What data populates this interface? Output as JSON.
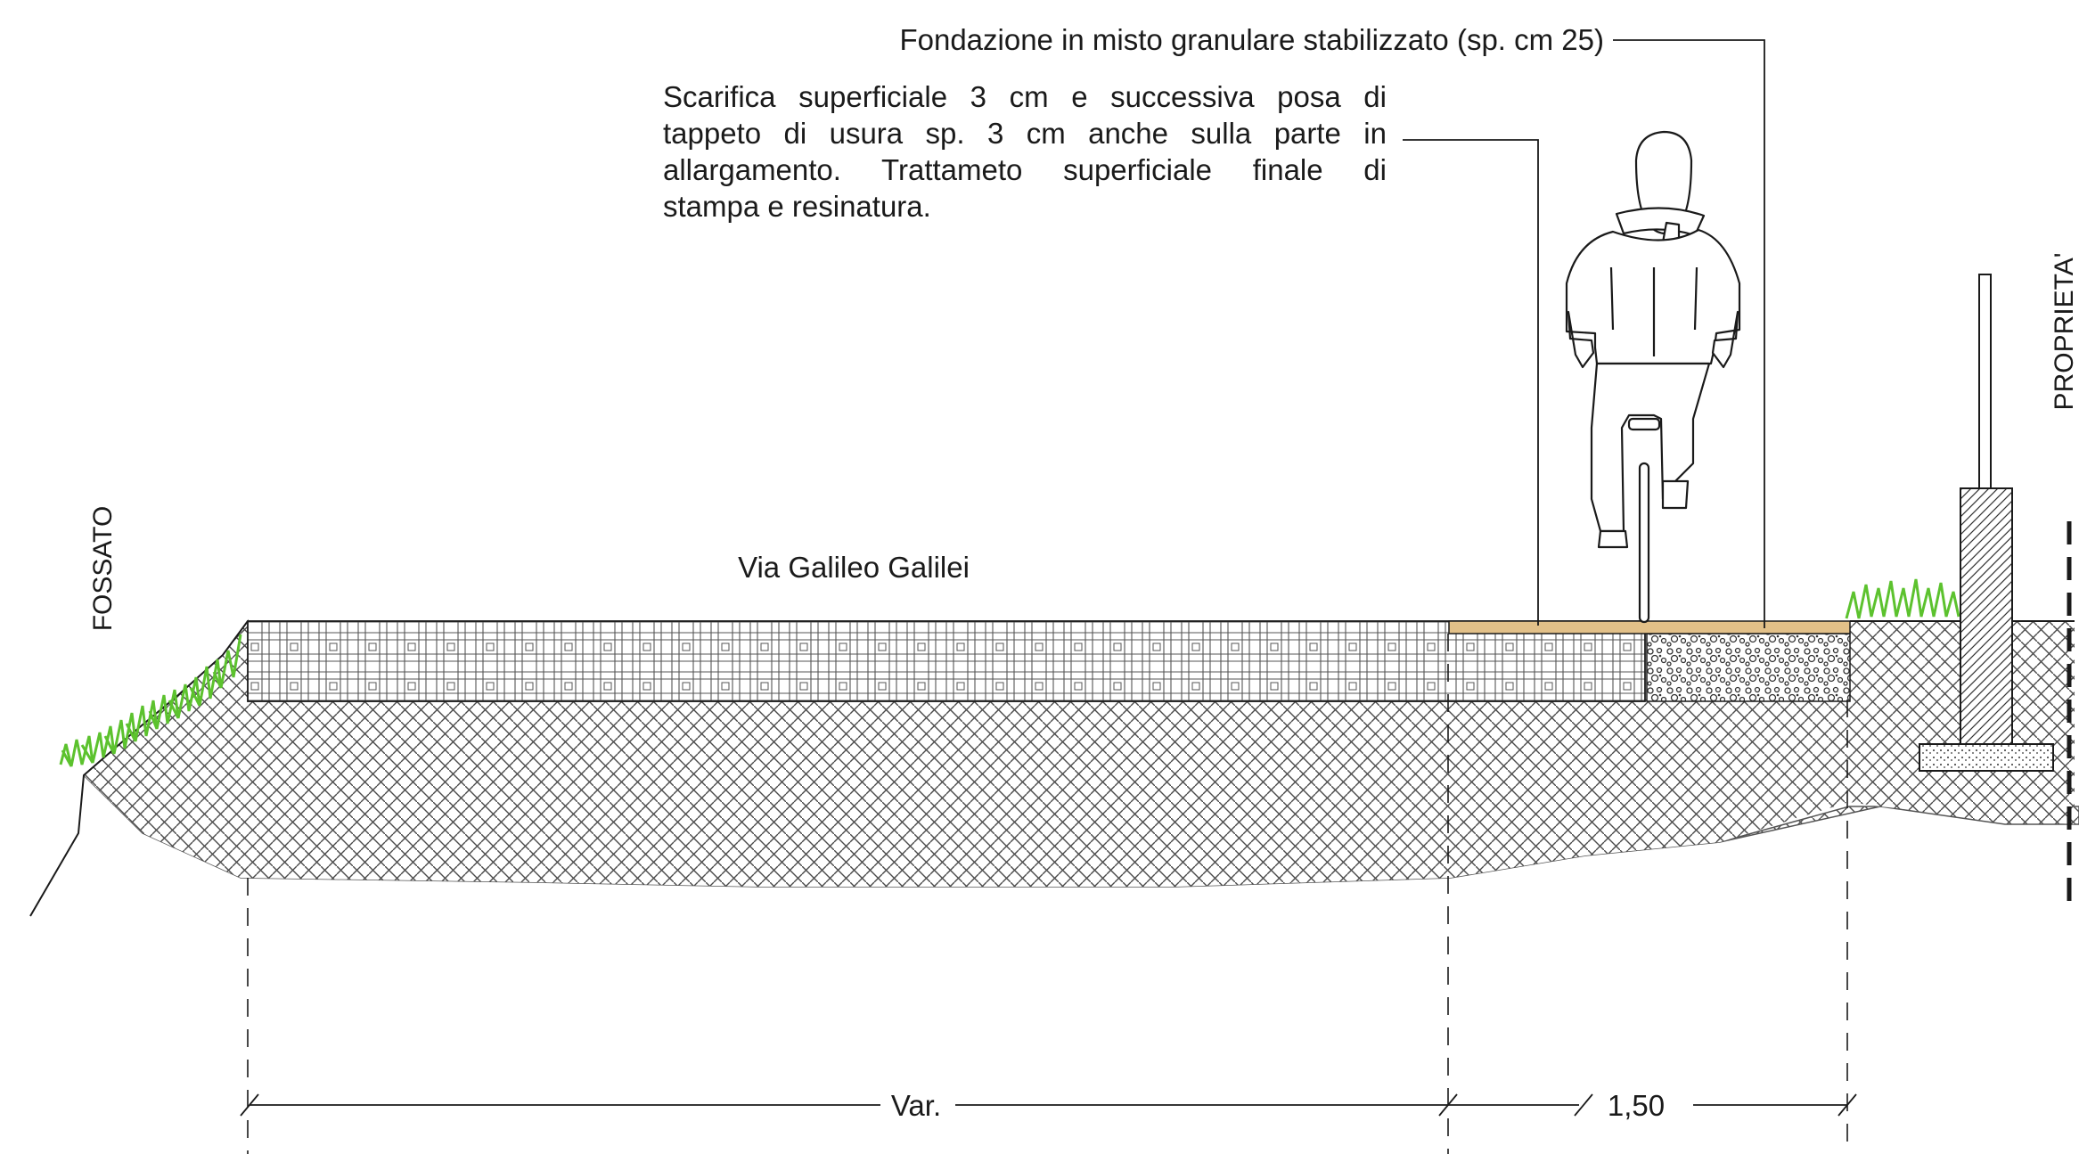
{
  "labels": {
    "foundation_note": "Fondazione in misto granulare stabilizzato (sp. cm 25)",
    "surface_note_lines": [
      "Scarifica superficiale 3 cm e successiva posa di",
      "tappeto di usura sp. 3 cm anche sulla parte in",
      "allargamento. Trattameto superficiale finale di",
      "stampa e resinatura."
    ],
    "road_name": "Via Galileo Galilei",
    "ditch": "FOSSATO",
    "property": "PROPRIETA'"
  },
  "dimensions": {
    "road_width": "Var.",
    "cycle_lane_width": "1,50"
  },
  "colors": {
    "line": "#1a1a1a",
    "grass": "#5cc22e",
    "wearing_course": "#e2c088"
  }
}
